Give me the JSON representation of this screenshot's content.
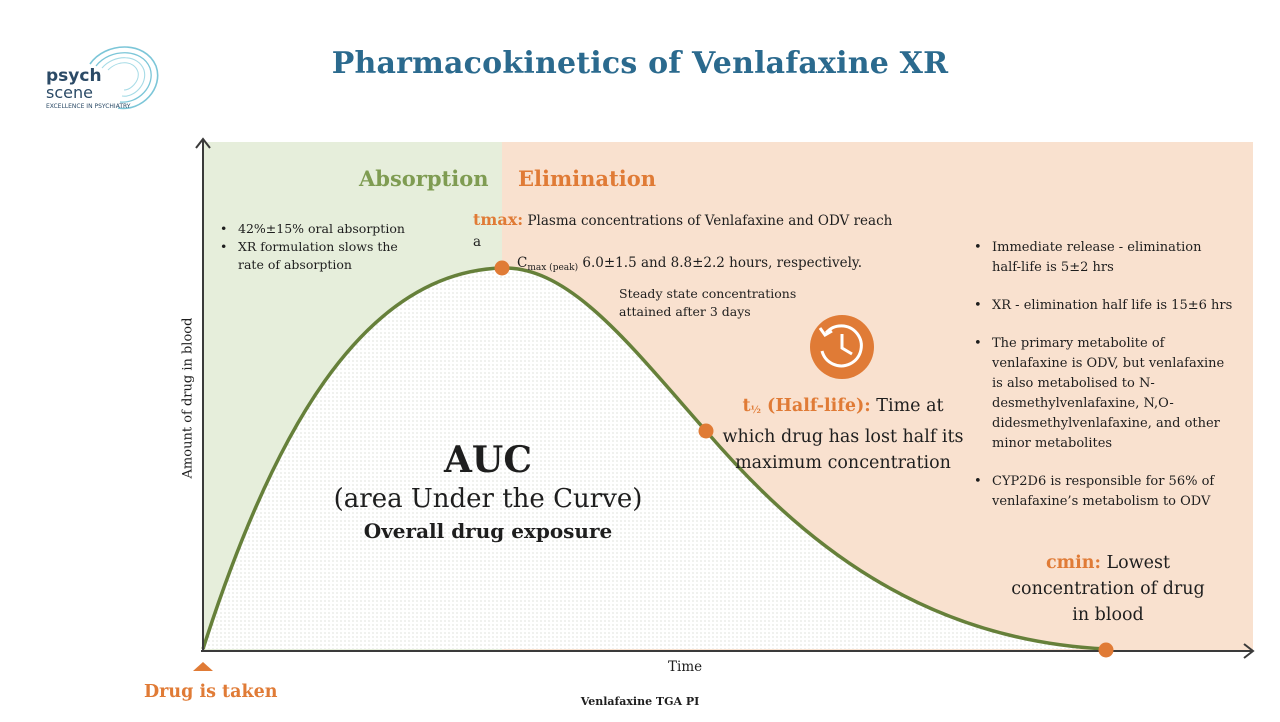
{
  "title": "Pharmacokinetics of Venlafaxine XR",
  "logo": {
    "line1": "psych",
    "line2": "scene",
    "tagline": "EXCELLENCE IN PSYCHIATRY"
  },
  "phases": {
    "absorption": "Absorption",
    "elimination": "Elimination"
  },
  "absorption_points": [
    "42%±15%  oral absorption",
    "XR formulation slows the rate of absorption"
  ],
  "tmax": {
    "key": "tmax:",
    "text1": "Plasma concentrations of Venlafaxine and ODV reach a",
    "cmax_label": "C",
    "cmax_sub": "max (peak)",
    "text2": "6.0±1.5 and 8.8±2.2 hours, respectively."
  },
  "steady_state": "Steady state concentrations attained after 3 days",
  "elimination_points": [
    "Immediate release - elimination half-life is 5±2 hrs",
    "XR - elimination half life is 15±6 hrs",
    "The primary metabolite of venlafaxine is ODV, but venlafaxine is also metabolised to N-desmethylvenlafaxine, N,O-didesmethylvenlafaxine, and other minor metabolites",
    "CYP2D6 is responsible for 56% of venlafaxine’s metabolism to ODV"
  ],
  "half_life": {
    "t": "t",
    "sub": "½",
    "key": " (Half-life):",
    "text": " Time at which drug has lost half its maximum concentration"
  },
  "cmin": {
    "key": "cmin:",
    "text": " Lowest concentration of drug in blood"
  },
  "auc": {
    "title": "AUC",
    "subtitle": "(area Under the Curve)",
    "description": "Overall drug exposure"
  },
  "axes": {
    "y_label": "Amount of drug in blood",
    "x_label": "Time"
  },
  "drug_taken": "Drug is taken",
  "source": "Venlafaxine TGA PI",
  "colors": {
    "title": "#2b6a8e",
    "absorption_bg": "#e6eedb",
    "elimination_bg": "#f9e1cf",
    "curve": "#66803a",
    "accent": "#e07b36"
  }
}
